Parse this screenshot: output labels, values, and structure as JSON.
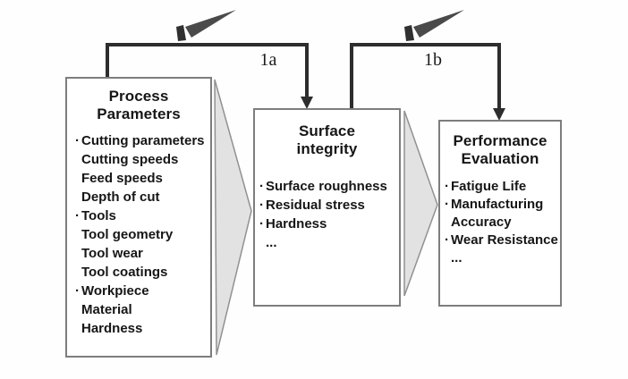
{
  "bullet_char": "·",
  "connectors": [
    {
      "label": "1a"
    },
    {
      "label": "1b"
    }
  ],
  "icons": [
    {
      "name": "cutting-tool-icon"
    },
    {
      "name": "cutting-tool-icon"
    }
  ],
  "boxes": [
    {
      "title_line1": "Process",
      "title_line2": "Parameters",
      "items": [
        {
          "bullet": true,
          "text": "Cutting parameters"
        },
        {
          "bullet": false,
          "text": "Cutting speeds"
        },
        {
          "bullet": false,
          "text": "Feed speeds"
        },
        {
          "bullet": false,
          "text": "Depth of cut"
        },
        {
          "bullet": true,
          "text": "Tools"
        },
        {
          "bullet": false,
          "text": "Tool geometry"
        },
        {
          "bullet": false,
          "text": "Tool wear"
        },
        {
          "bullet": false,
          "text": "Tool coatings"
        },
        {
          "bullet": true,
          "text": "Workpiece"
        },
        {
          "bullet": false,
          "text": "Material"
        },
        {
          "bullet": false,
          "text": "Hardness"
        }
      ]
    },
    {
      "title_line1": "Surface",
      "title_line2": "integrity",
      "items": [
        {
          "bullet": true,
          "text": "Surface roughness"
        },
        {
          "bullet": true,
          "text": "Residual stress"
        },
        {
          "bullet": true,
          "text": "Hardness"
        },
        {
          "bullet": false,
          "text": "..."
        }
      ]
    },
    {
      "title_line1": "Performance",
      "title_line2": "Evaluation",
      "items": [
        {
          "bullet": true,
          "text": "Fatigue Life"
        },
        {
          "bullet": true,
          "text": "Manufacturing"
        },
        {
          "bullet": false,
          "text": "Accuracy"
        },
        {
          "bullet": true,
          "text": "Wear Resistance"
        },
        {
          "bullet": false,
          "text": "..."
        }
      ]
    }
  ],
  "colors": {
    "background": "#fefefe",
    "box_fill": "#ffffff",
    "box_border": "#7d7d7d",
    "line": "#2d2d2d",
    "triangle_fill": "#e2e2e2",
    "triangle_border": "#919191",
    "icon": "#4a4a4a",
    "icon_dark": "#303030",
    "text": "#161616",
    "label_text": "#1c1c1c"
  }
}
